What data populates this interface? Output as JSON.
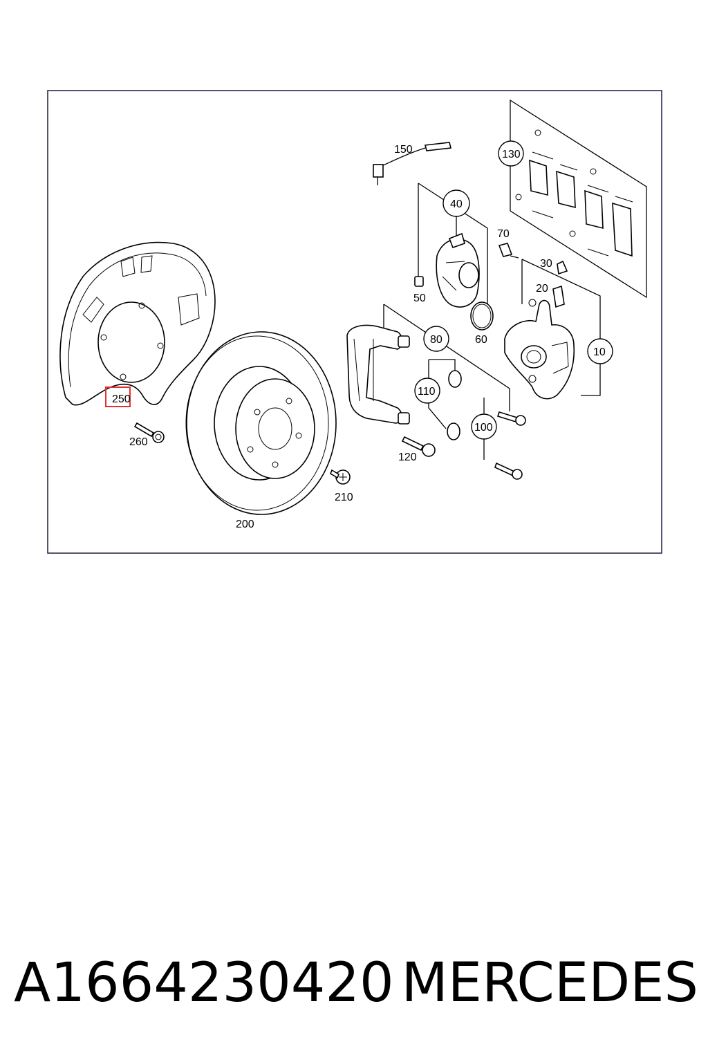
{
  "diagram": {
    "labels": {
      "p10": "10",
      "p20": "20",
      "p30": "30",
      "p40": "40",
      "p50": "50",
      "p60": "60",
      "p70": "70",
      "p80": "80",
      "p100": "100",
      "p110": "110",
      "p120": "120",
      "p130": "130",
      "p150": "150",
      "p200": "200",
      "p210": "210",
      "p250": "250",
      "p260": "260"
    },
    "highlight_color": "#e03030"
  },
  "caption": {
    "part_number": "A1664230420",
    "brand": "MERCEDES"
  }
}
